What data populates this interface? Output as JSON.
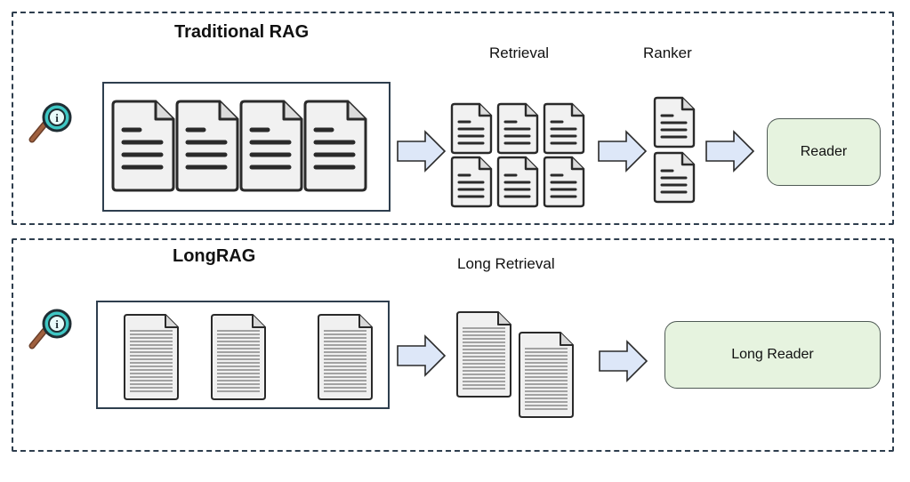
{
  "traditional": {
    "title": "Traditional RAG",
    "retrieval_label": "Retrieval",
    "ranker_label": "Ranker",
    "reader_label": "Reader",
    "search_icon": "magnifier-info-icon"
  },
  "longrag": {
    "title": "LongRAG",
    "retrieval_label": "Long Retrieval",
    "reader_label": "Long Reader",
    "search_icon": "magnifier-info-icon"
  },
  "colors": {
    "panel_border": "#2e3e4e",
    "arrow_fill": "#dde7f8",
    "reader_fill": "#e6f3df",
    "icon_teal": "#3fc7c4"
  }
}
